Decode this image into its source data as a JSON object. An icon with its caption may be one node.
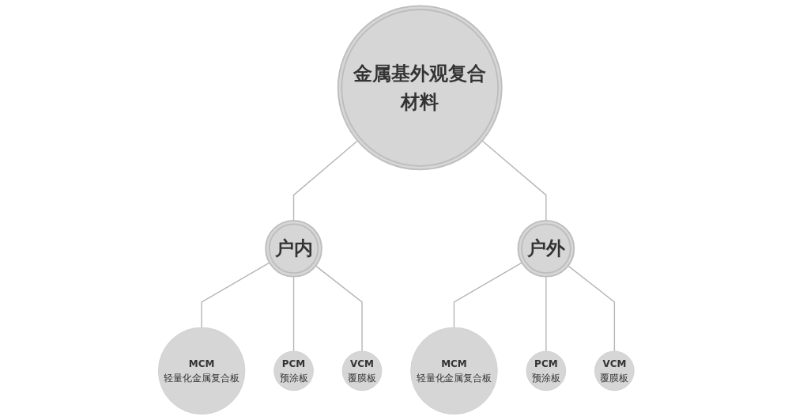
{
  "diagram": {
    "nodes": [
      {
        "text": [
          "金属基外观复合材料"
        ]
      },
      {
        "text": [
          "户内"
        ]
      },
      {
        "text": [
          "户外"
        ]
      },
      {
        "text": [
          "MCM",
          "轻量化金属复合板"
        ]
      },
      {
        "text": [
          "PCM",
          "预涂板"
        ]
      },
      {
        "text": [
          "VCM",
          "覆膜板"
        ]
      },
      {
        "text": [
          "MCM",
          "轻量化金属复合板"
        ]
      },
      {
        "text": [
          "PCM",
          "预涂板"
        ]
      },
      {
        "text": [
          "VCM",
          "覆膜板"
        ]
      }
    ],
    "edges": [
      {
        "from": 0,
        "to": 1,
        "arrow": "none"
      },
      {
        "from": 0,
        "to": 2,
        "arrow": "none"
      },
      {
        "from": 1,
        "to": 3,
        "arrow": "none"
      },
      {
        "from": 1,
        "to": 4,
        "arrow": "none"
      },
      {
        "from": 1,
        "to": 5,
        "arrow": "none"
      },
      {
        "from": 2,
        "to": 6,
        "arrow": "none"
      },
      {
        "from": 2,
        "to": 7,
        "arrow": "none"
      },
      {
        "from": 2,
        "to": 8,
        "arrow": "none"
      }
    ]
  }
}
